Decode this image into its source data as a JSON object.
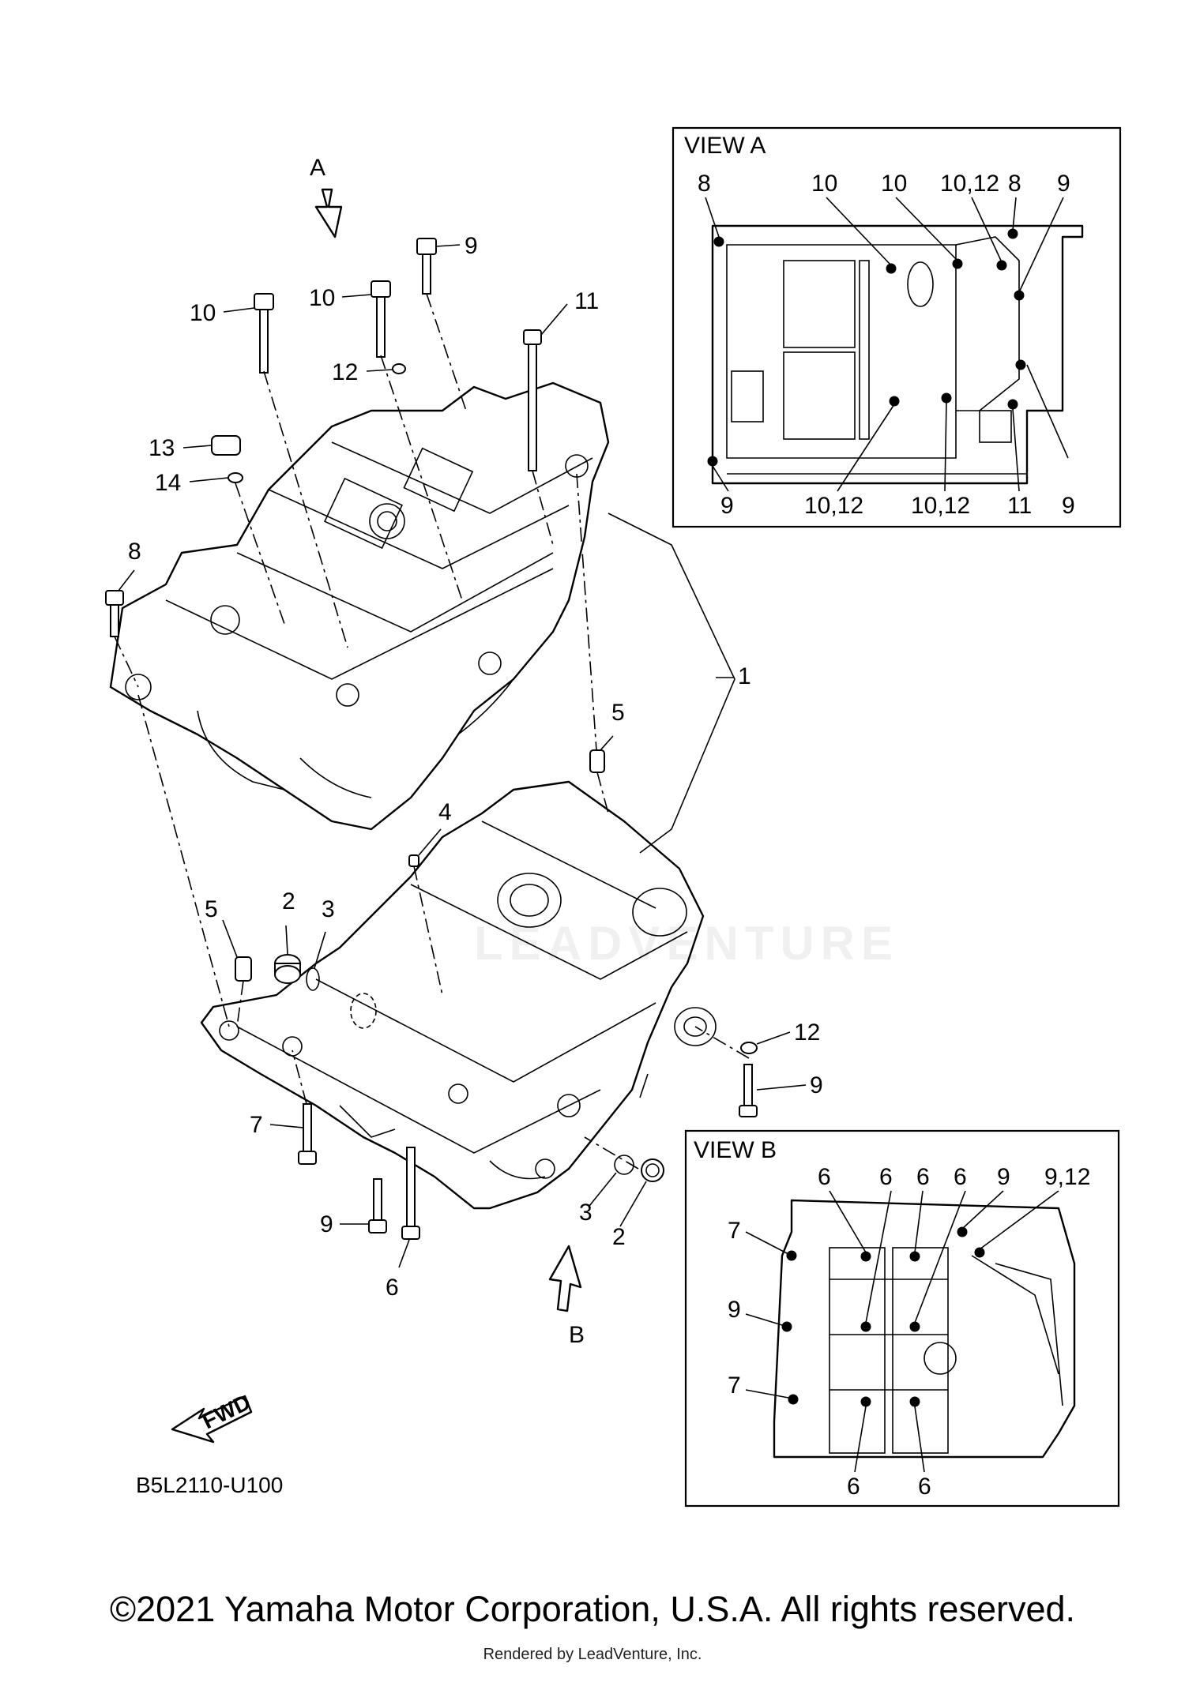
{
  "diagram_code": "B5L2110-U100",
  "copyright": "©2021 Yamaha Motor Corporation, U.S.A. All rights reserved.",
  "rendered_by": "Rendered by LeadVenture, Inc.",
  "watermark": "LEADVENTURE",
  "main_callouts": {
    "c1": "1",
    "c2a": "2",
    "c2b": "2",
    "c3a": "3",
    "c3b": "3",
    "c4": "4",
    "c5a": "5",
    "c5b": "5",
    "c6": "6",
    "c7": "7",
    "c8": "8",
    "c9a": "9",
    "c9b": "9",
    "c9c": "9",
    "c10a": "10",
    "c10b": "10",
    "c11": "11",
    "c12a": "12",
    "c12b": "12",
    "c13": "13",
    "c14": "14"
  },
  "direction_labels": {
    "a": "A",
    "b": "B",
    "fwd": "FWD"
  },
  "view_a": {
    "title": "VIEW A",
    "top_labels": [
      "8",
      "10",
      "10",
      "10,12",
      "8",
      "9"
    ],
    "bottom_labels": [
      "9",
      "10,12",
      "10,12",
      "11",
      "9"
    ]
  },
  "view_b": {
    "title": "VIEW B",
    "top_labels": [
      "6",
      "6",
      "6",
      "6",
      "9",
      "9,12"
    ],
    "left_labels": [
      "7",
      "9",
      "7"
    ],
    "bottom_labels": [
      "6",
      "6"
    ]
  }
}
